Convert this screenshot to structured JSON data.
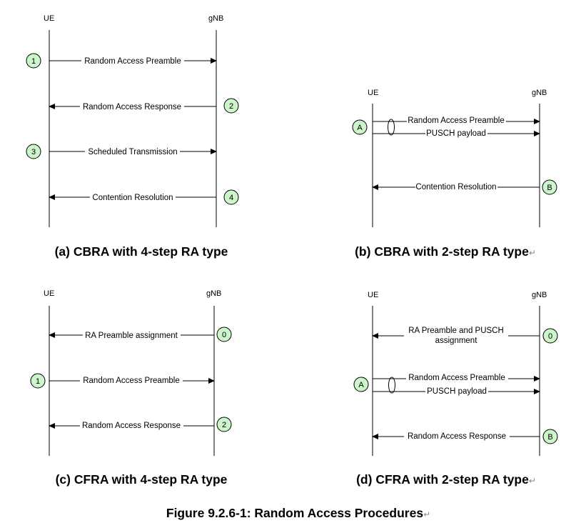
{
  "panels": [
    {
      "ue_label": "UE",
      "gnb_label": "gNB",
      "messages": [
        {
          "label": "Random Access Preamble",
          "direction": "ue-to-gnb"
        },
        {
          "label": "Random Access Response",
          "direction": "gnb-to-ue"
        },
        {
          "label": "Scheduled Transmission",
          "direction": "ue-to-gnb"
        },
        {
          "label": "Contention Resolution",
          "direction": "gnb-to-ue"
        }
      ],
      "steps": [
        "1",
        "2",
        "3",
        "4"
      ],
      "caption_prefix": "(a)",
      "caption": "CBRA with 4-step RA type"
    },
    {
      "ue_label": "UE",
      "gnb_label": "gNB",
      "messages": [
        {
          "label": "Random Access Preamble",
          "direction": "ue-to-gnb"
        },
        {
          "label": "PUSCH payload",
          "direction": "ue-to-gnb"
        },
        {
          "label": "Contention Resolution",
          "direction": "gnb-to-ue"
        }
      ],
      "steps": [
        "A",
        "B"
      ],
      "caption_prefix": "(b)",
      "caption": "CBRA with 2-step RA type"
    },
    {
      "ue_label": "UE",
      "gnb_label": "gNB",
      "messages": [
        {
          "label": "RA Preamble assignment",
          "direction": "gnb-to-ue"
        },
        {
          "label": "Random Access Preamble",
          "direction": "ue-to-gnb"
        },
        {
          "label": "Random Access Response",
          "direction": "gnb-to-ue"
        }
      ],
      "steps": [
        "0",
        "1",
        "2"
      ],
      "caption_prefix": "(c)",
      "caption": "CFRA with 4-step RA type"
    },
    {
      "ue_label": "UE",
      "gnb_label": "gNB",
      "messages": [
        {
          "label": "RA Preamble and PUSCH",
          "label_line2": "assignment",
          "direction": "gnb-to-ue"
        },
        {
          "label": "Random Access Preamble",
          "direction": "ue-to-gnb"
        },
        {
          "label": "PUSCH payload",
          "direction": "ue-to-gnb"
        },
        {
          "label": "Random Access Response",
          "direction": "gnb-to-ue"
        }
      ],
      "steps": [
        "0",
        "A",
        "B"
      ],
      "caption_prefix": "(d)",
      "caption": "CFRA with 2-step RA type"
    }
  ],
  "figure_caption": "Figure 9.2.6-1: Random Access Procedures",
  "return_mark": "↵",
  "colors": {
    "step_fill": "#ccf5cc",
    "line": "#000000"
  }
}
